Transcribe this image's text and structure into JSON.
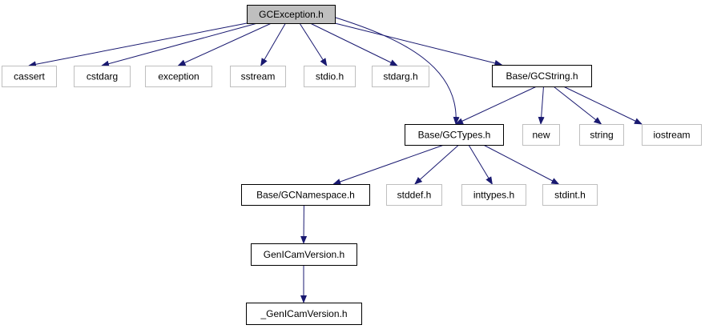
{
  "diagram": {
    "colors": {
      "edge": "#191970",
      "node_border_dark": "#000000",
      "node_border_light": "#bfbfbf",
      "root_fill": "#bfbfbf",
      "node_fill": "#ffffff"
    },
    "nodes": [
      {
        "id": "gcexception",
        "label": "GCException.h",
        "style": "root"
      },
      {
        "id": "cassert",
        "label": "cassert",
        "style": "light"
      },
      {
        "id": "cstdarg",
        "label": "cstdarg",
        "style": "light"
      },
      {
        "id": "exception",
        "label": "exception",
        "style": "light"
      },
      {
        "id": "sstream",
        "label": "sstream",
        "style": "light"
      },
      {
        "id": "stdio",
        "label": "stdio.h",
        "style": "light"
      },
      {
        "id": "stdarg",
        "label": "stdarg.h",
        "style": "light"
      },
      {
        "id": "gcstring",
        "label": "Base/GCString.h",
        "style": "dark"
      },
      {
        "id": "gctypes",
        "label": "Base/GCTypes.h",
        "style": "dark"
      },
      {
        "id": "new",
        "label": "new",
        "style": "light"
      },
      {
        "id": "string",
        "label": "string",
        "style": "light"
      },
      {
        "id": "iostream",
        "label": "iostream",
        "style": "light"
      },
      {
        "id": "gcnamespace",
        "label": "Base/GCNamespace.h",
        "style": "dark"
      },
      {
        "id": "stddef",
        "label": "stddef.h",
        "style": "light"
      },
      {
        "id": "inttypes",
        "label": "inttypes.h",
        "style": "light"
      },
      {
        "id": "stdint",
        "label": "stdint.h",
        "style": "light"
      },
      {
        "id": "genicamversion",
        "label": "GenICamVersion.h",
        "style": "dark"
      },
      {
        "id": "_genicamversion",
        "label": "_GenICamVersion.h",
        "style": "dark"
      }
    ],
    "edges": [
      {
        "from": "gcexception",
        "to": "cassert"
      },
      {
        "from": "gcexception",
        "to": "cstdarg"
      },
      {
        "from": "gcexception",
        "to": "exception"
      },
      {
        "from": "gcexception",
        "to": "sstream"
      },
      {
        "from": "gcexception",
        "to": "stdio"
      },
      {
        "from": "gcexception",
        "to": "stdarg"
      },
      {
        "from": "gcexception",
        "to": "gcstring"
      },
      {
        "from": "gcexception",
        "to": "gctypes"
      },
      {
        "from": "gcstring",
        "to": "gctypes"
      },
      {
        "from": "gcstring",
        "to": "new"
      },
      {
        "from": "gcstring",
        "to": "string"
      },
      {
        "from": "gcstring",
        "to": "iostream"
      },
      {
        "from": "gctypes",
        "to": "gcnamespace"
      },
      {
        "from": "gctypes",
        "to": "stddef"
      },
      {
        "from": "gctypes",
        "to": "inttypes"
      },
      {
        "from": "gctypes",
        "to": "stdint"
      },
      {
        "from": "gcnamespace",
        "to": "genicamversion"
      },
      {
        "from": "genicamversion",
        "to": "_genicamversion"
      }
    ]
  }
}
